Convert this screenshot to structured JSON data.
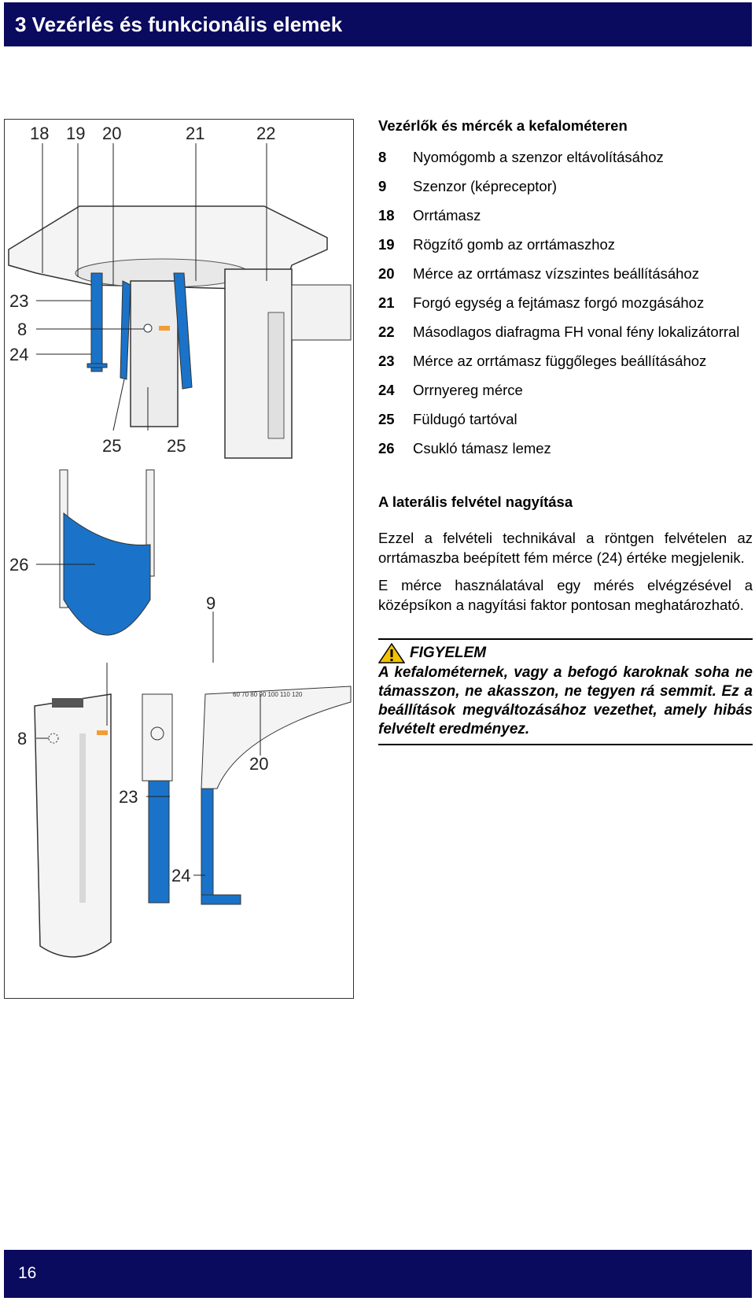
{
  "header": {
    "title": "3 Vezérlés és funkcionális elemek"
  },
  "footer": {
    "page_number": "16"
  },
  "figure": {
    "callouts": {
      "c18": "18",
      "c19": "19",
      "c20_top": "20",
      "c21": "21",
      "c22": "22",
      "c23_top": "23",
      "c8_top": "8",
      "c24_top": "24",
      "c25_left": "25",
      "c25_right": "25",
      "c26": "26",
      "c9": "9",
      "c8_bottom": "8",
      "c20_bottom": "20",
      "c23_bottom": "23",
      "c24_bottom": "24"
    },
    "scale_marks": "60  70  80  90  100  110  120",
    "colors": {
      "accent_blue": "#1a73c8",
      "outline": "#333333"
    }
  },
  "legend": {
    "title": "Vezérlők és mércék a kefalométeren",
    "items": [
      {
        "num": "8",
        "text": "Nyomógomb a szenzor eltávolításához"
      },
      {
        "num": "9",
        "text": "Szenzor (képreceptor)"
      },
      {
        "num": "18",
        "text": "Orrtámasz"
      },
      {
        "num": "19",
        "text": "Rögzítő gomb az orrtámaszhoz"
      },
      {
        "num": "20",
        "text": "Mérce az orrtámasz vízszintes beállításához"
      },
      {
        "num": "21",
        "text": "Forgó egység a fejtámasz forgó mozgásához"
      },
      {
        "num": "22",
        "text": "Másodlagos diafragma FH vonal fény lokalizátorral"
      },
      {
        "num": "23",
        "text": "Mérce az orrtámasz függőleges beállításához"
      },
      {
        "num": "24",
        "text": "Orrnyereg mérce"
      },
      {
        "num": "25",
        "text": "Füldugó tartóval"
      },
      {
        "num": "26",
        "text": "Csukló támasz lemez"
      }
    ]
  },
  "magnification": {
    "title": "A laterális felvétel nagyítása",
    "paragraphs": [
      "Ezzel a felvételi technikával a röntgen felvételen az orrtámaszba beépített fém mérce (24) értéke megjelenik.",
      "E mérce használatával egy mérés elvégzésével a középsíkon a nagyítási faktor pontosan meghatározható."
    ]
  },
  "warning": {
    "title": "FIGYELEM",
    "body": "A kefalométernek, vagy a befogó karoknak soha ne támasszon, ne akasszon, ne tegyen rá semmit. Ez a beállítások megváltozásához vezethet, amely hibás felvételt eredményez."
  }
}
